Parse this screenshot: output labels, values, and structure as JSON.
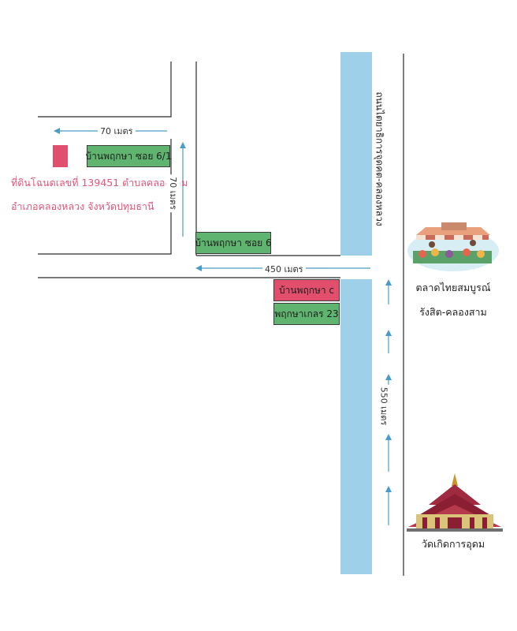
{
  "plot": {
    "label_line1": "ที่ดินโฉนดเลขที่ 139451 ตำบลคลองสาม",
    "label_line2": "อำเภอคลองหลวง จังหวัดปทุมธานี"
  },
  "signs": {
    "soi_6_1": "บ้านพฤกษา ซอย 6/1",
    "soi_6": "บ้านพฤกษา ซอย 6",
    "baan_c": "บ้านพฤกษา c",
    "village_23": "พฤกษาเกลร 23"
  },
  "distances": {
    "top_70": "70 เมตร",
    "vertical_70": "70 เมตร",
    "main_450": "450 เมตร",
    "main_550": "550 เมตร"
  },
  "road_name": "ถนนไตยาธิการจุดคต-คลองหลวง",
  "landmarks": {
    "market_line1": "ตลาดไทยสมบูรณ์",
    "market_line2": "รังสิต-คลองสาม",
    "temple": "วัดเกิดการอุดม"
  },
  "colors": {
    "canal": "#9fd0ea",
    "sign_green": "#5fb56f",
    "sign_red": "#e24f6d",
    "arrow": "#4a9cc8",
    "road_line": "#2b2b2b"
  }
}
